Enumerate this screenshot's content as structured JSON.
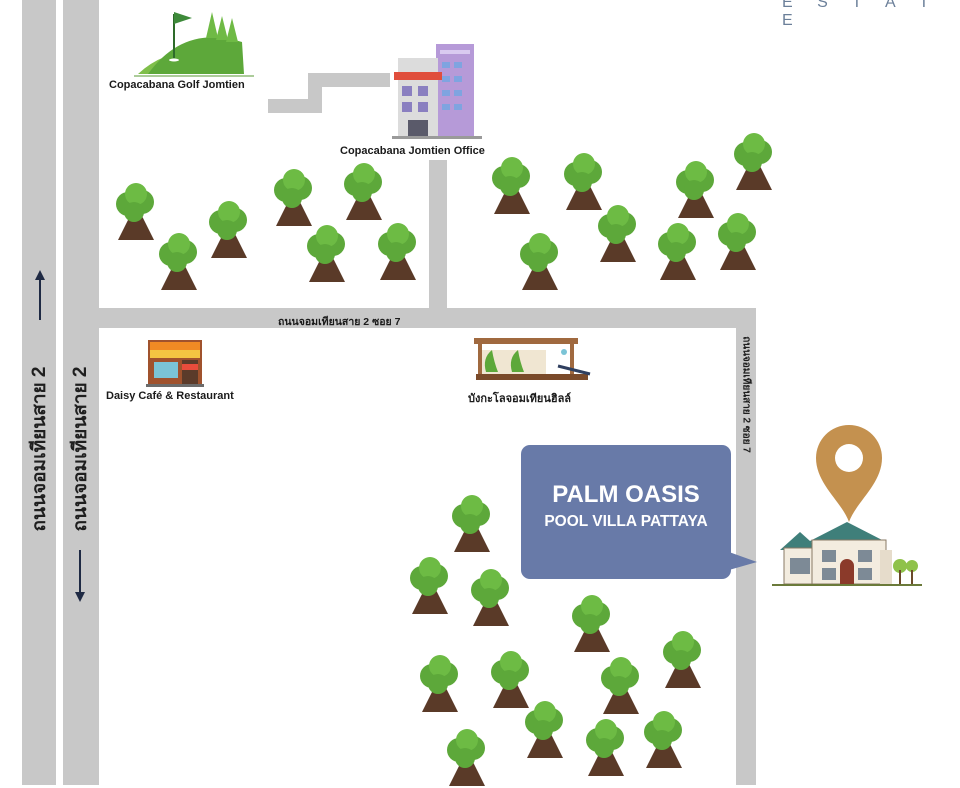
{
  "brand": {
    "wordmark": "E S T A T E"
  },
  "roads": {
    "main_left": "ถนนจอมเทียนสาย 2",
    "main_right": "ถนนจอมเทียนสาย 2",
    "soi_horizontal": "ถนนจอมเทียนสาย 2 ซอย 7",
    "soi_vertical": "ถนนจอมเทียนสาย 2 ซอย 7"
  },
  "places": {
    "golf": "Copacabana Golf Jomtien",
    "office": "Copacabana Jomtien Office",
    "cafe": "Daisy Café & Restaurant",
    "bungalow": "บังกะโลจอมเทียนฮิลล์"
  },
  "callout": {
    "line1": "PALM OASIS",
    "line2": "POOL VILLA PATTAYA"
  },
  "colors": {
    "road": "#c8c8c8",
    "callout": "#687aa8",
    "pin": "#c4914f",
    "tree_foliage": "#5da83a",
    "tree_trunk": "#5a3a28",
    "roof": "#3f7f7a"
  },
  "icons": [
    "golf-course-icon",
    "office-building-icon",
    "cafe-shop-icon",
    "bungalow-icon",
    "location-pin-icon",
    "villa-house-icon",
    "tree-icon",
    "arrow-up-icon",
    "arrow-down-icon"
  ]
}
